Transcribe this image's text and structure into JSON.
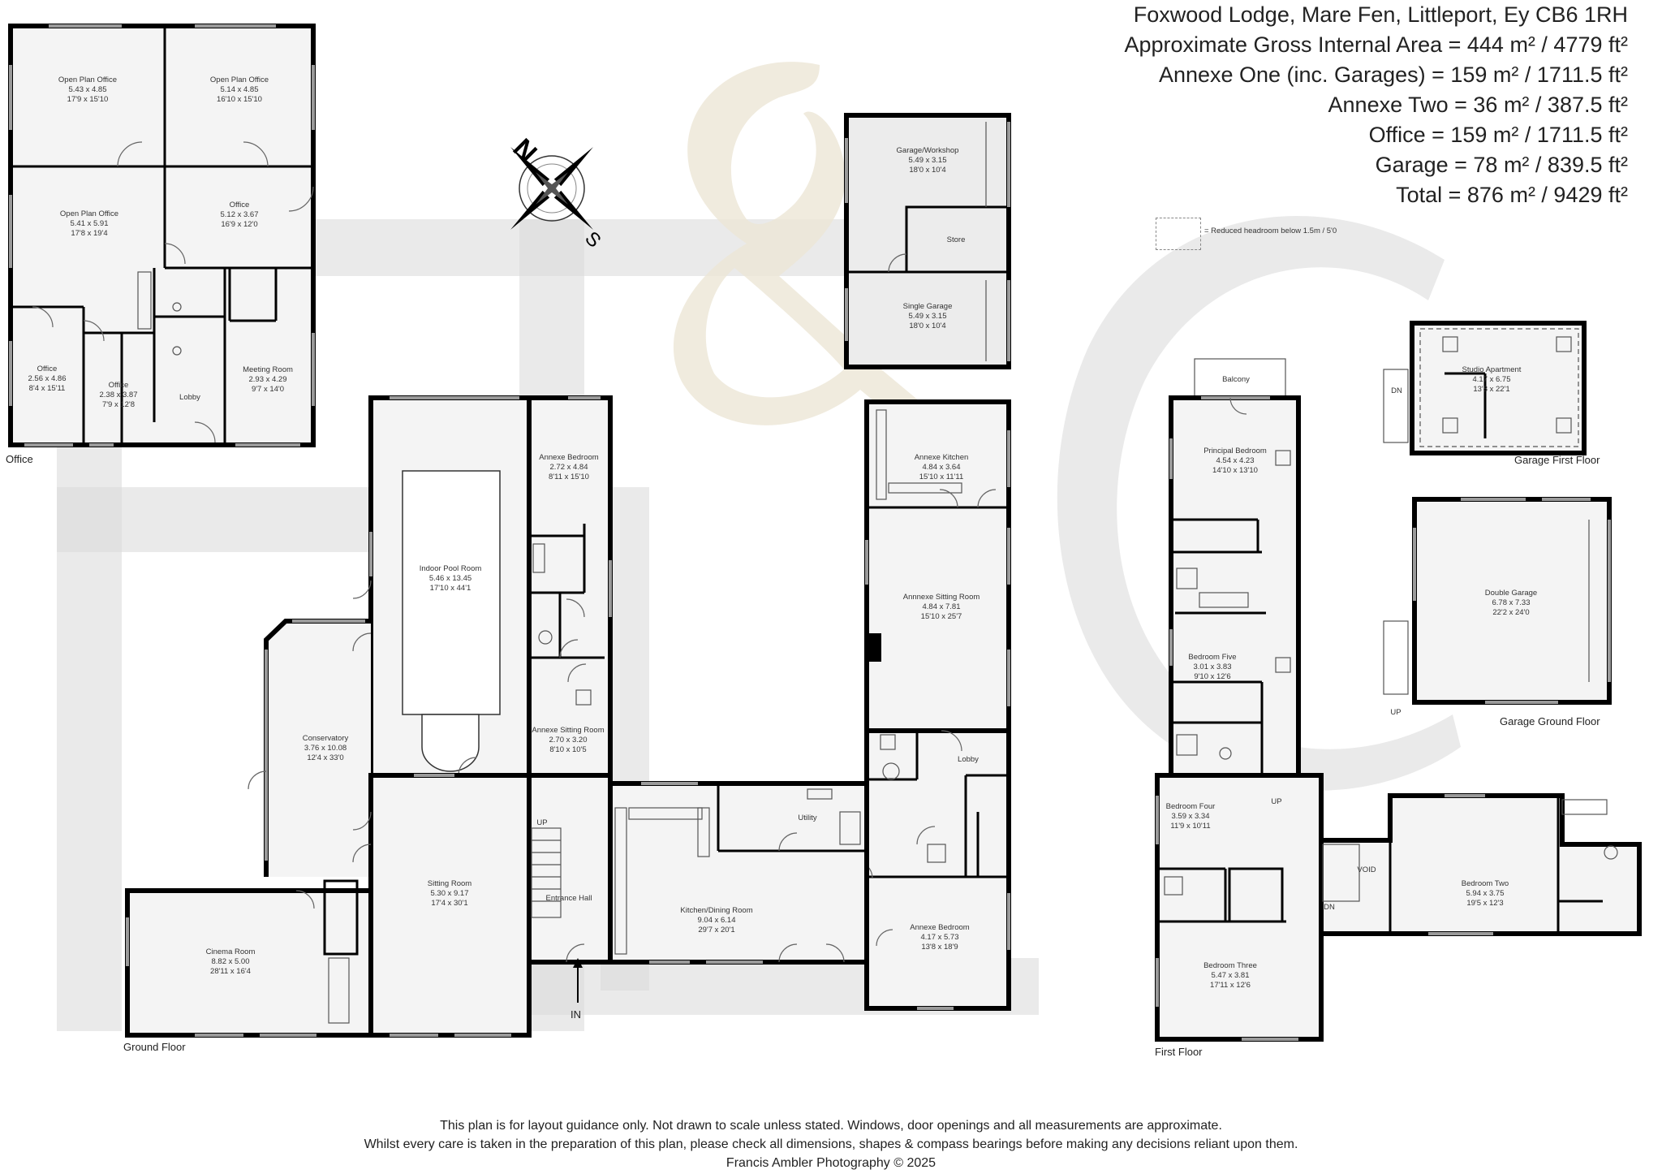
{
  "header": {
    "lines": [
      "Foxwood Lodge, Mare Fen, Littleport, Ey CB6 1RH",
      "Approximate Gross Internal Area = 444 m² / 4779 ft²",
      "Annexe One (inc. Garages) = 159 m² / 1711.5 ft²",
      "Annexe Two = 36 m² / 387.5 ft²",
      "Office = 159 m² / 1711.5 ft²",
      "Garage = 78 m² / 839.5 ft²",
      "Total = 876 m² / 9429 ft²"
    ]
  },
  "legend": {
    "text": "= Reduced headroom below 1.5m / 5'0"
  },
  "compass": {
    "n": "N",
    "s": "S"
  },
  "floors": {
    "office": "Office",
    "ground": "Ground Floor",
    "first": "First Floor",
    "garage_first": "Garage First Floor",
    "garage_ground": "Garage Ground Floor"
  },
  "markers": {
    "in": "IN",
    "up": "UP",
    "dn": "DN",
    "void": "VOID",
    "balcony": "Balcony"
  },
  "rooms": [
    {
      "id": "open-plan-office-1",
      "name": "Open Plan Office",
      "metric": "5.43 x 4.85",
      "imperial": "17'9 x 15'10"
    },
    {
      "id": "open-plan-office-2",
      "name": "Open Plan Office",
      "metric": "5.14 x 4.85",
      "imperial": "16'10 x 15'10"
    },
    {
      "id": "open-plan-office-3",
      "name": "Open Plan Office",
      "metric": "5.41 x 5.91",
      "imperial": "17'8 x 19'4"
    },
    {
      "id": "office-a",
      "name": "Office",
      "metric": "5.12 x 3.67",
      "imperial": "16'9 x 12'0"
    },
    {
      "id": "office-b",
      "name": "Office",
      "metric": "2.56 x 4.86",
      "imperial": "8'4 x 15'11"
    },
    {
      "id": "office-c",
      "name": "Office",
      "metric": "2.38 x 3.87",
      "imperial": "7'9 x 12'8"
    },
    {
      "id": "office-lobby",
      "name": "Lobby",
      "metric": "",
      "imperial": ""
    },
    {
      "id": "meeting-room",
      "name": "Meeting Room",
      "metric": "2.93 x 4.29",
      "imperial": "9'7 x 14'0"
    },
    {
      "id": "garage-workshop",
      "name": "Garage/Workshop",
      "metric": "5.49 x 3.15",
      "imperial": "18'0 x 10'4"
    },
    {
      "id": "store",
      "name": "Store",
      "metric": "",
      "imperial": ""
    },
    {
      "id": "single-garage",
      "name": "Single Garage",
      "metric": "5.49 x 3.15",
      "imperial": "18'0 x 10'4"
    },
    {
      "id": "indoor-pool",
      "name": "Indoor Pool Room",
      "metric": "5.46 x 13.45",
      "imperial": "17'10 x 44'1"
    },
    {
      "id": "annexe-bedroom-1",
      "name": "Annexe Bedroom",
      "metric": "2.72 x 4.84",
      "imperial": "8'11 x 15'10"
    },
    {
      "id": "annexe-kitchen",
      "name": "Annexe Kitchen",
      "metric": "4.84 x 3.64",
      "imperial": "15'10 x 11'11"
    },
    {
      "id": "annexe-sitting-large",
      "name": "Annnexe Sitting Room",
      "metric": "4.84 x 7.81",
      "imperial": "15'10 x 25'7"
    },
    {
      "id": "annexe-sitting-small",
      "name": "Annexe Sitting Room",
      "metric": "2.70 x 3.20",
      "imperial": "8'10 x 10'5"
    },
    {
      "id": "conservatory",
      "name": "Conservatory",
      "metric": "3.76 x 10.08",
      "imperial": "12'4 x 33'0"
    },
    {
      "id": "annexe-lobby",
      "name": "Lobby",
      "metric": "",
      "imperial": ""
    },
    {
      "id": "utility",
      "name": "Utility",
      "metric": "",
      "imperial": ""
    },
    {
      "id": "sitting-room",
      "name": "Sitting Room",
      "metric": "5.30 x 9.17",
      "imperial": "17'4 x 30'1"
    },
    {
      "id": "entrance-hall",
      "name": "Entrance Hall",
      "metric": "",
      "imperial": ""
    },
    {
      "id": "kitchen-dining",
      "name": "Kitchen/Dining Room",
      "metric": "9.04 x 6.14",
      "imperial": "29'7 x 20'1"
    },
    {
      "id": "cinema-room",
      "name": "Cinema Room",
      "metric": "8.82 x 5.00",
      "imperial": "28'11 x 16'4"
    },
    {
      "id": "annexe-bedroom-2",
      "name": "Annexe Bedroom",
      "metric": "4.17 x 5.73",
      "imperial": "13'8 x 18'9"
    },
    {
      "id": "principal-bedroom",
      "name": "Principal Bedroom",
      "metric": "4.54 x 4.23",
      "imperial": "14'10 x 13'10"
    },
    {
      "id": "bedroom-five",
      "name": "Bedroom Five",
      "metric": "3.01 x 3.83",
      "imperial": "9'10 x 12'6"
    },
    {
      "id": "bedroom-four",
      "name": "Bedroom Four",
      "metric": "3.59 x 3.34",
      "imperial": "11'9 x 10'11"
    },
    {
      "id": "bedroom-three",
      "name": "Bedroom Three",
      "metric": "5.47 x 3.81",
      "imperial": "17'11 x 12'6"
    },
    {
      "id": "bedroom-two",
      "name": "Bedroom Two",
      "metric": "5.94 x 3.75",
      "imperial": "19'5 x 12'3"
    },
    {
      "id": "studio-apartment",
      "name": "Studio Apartment",
      "metric": "4.17 x 6.75",
      "imperial": "13'8 x 22'1"
    },
    {
      "id": "double-garage",
      "name": "Double Garage",
      "metric": "6.78 x 7.33",
      "imperial": "22'2 x 24'0"
    }
  ],
  "footer": {
    "line1": "This plan is for layout guidance only. Not drawn to scale unless stated. Windows, door openings and all measurements are approximate.",
    "line2": "Whilst every care is taken in the preparation of this plan, please check all dimensions, shapes & compass bearings before making any decisions reliant upon them.",
    "line3": "Francis Ambler Photography © 2025"
  }
}
